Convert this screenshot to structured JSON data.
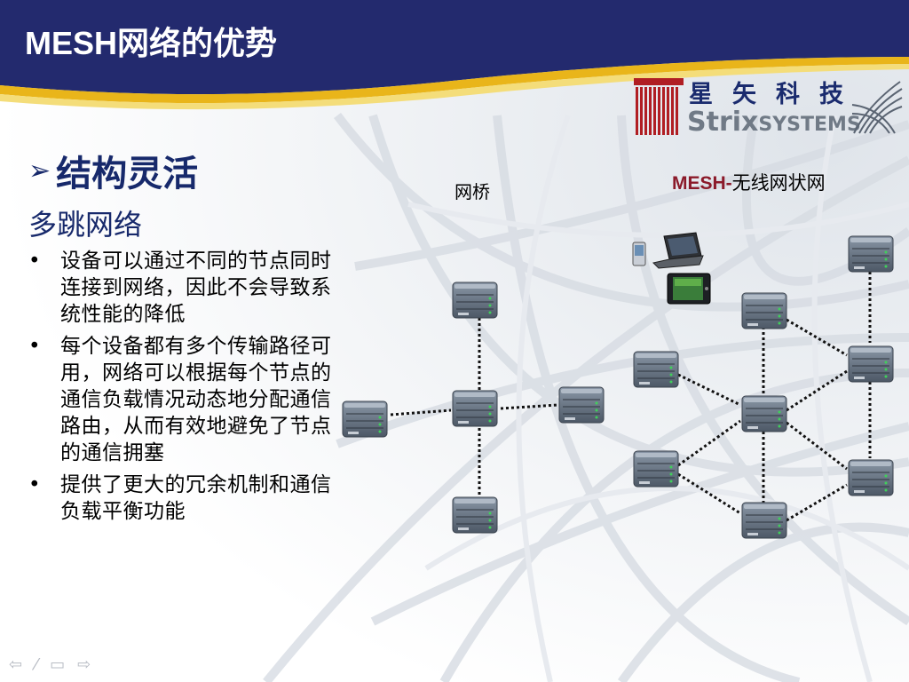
{
  "header": {
    "title": "MESH网络的优势"
  },
  "logo": {
    "chars": [
      "星",
      "矢",
      "科",
      "技"
    ],
    "en_big": "Strix",
    "en_small": "SYSTEMS"
  },
  "content": {
    "heading": "结构灵活",
    "subheading": "多跳网络",
    "bullets": [
      "设备可以通过不同的节点同时连接到网络，因此不会导致系统性能的降低",
      "每个设备都有多个传输路径可用，网络可以根据每个节点的通信负载情况动态地分配通信路由，从而有效地避免了节点的通信拥塞",
      "提供了更大的冗余机制和通信负载平衡功能"
    ]
  },
  "diagram": {
    "bridge_label": "网桥",
    "mesh_label_prefix": "MESH-",
    "mesh_label_suffix": "无线网状网"
  },
  "colors": {
    "header_navy": "#232a6e",
    "accent_gold": "#e9b51a",
    "heading_blue": "#17296b",
    "mesh_red": "#8b1a2a"
  }
}
